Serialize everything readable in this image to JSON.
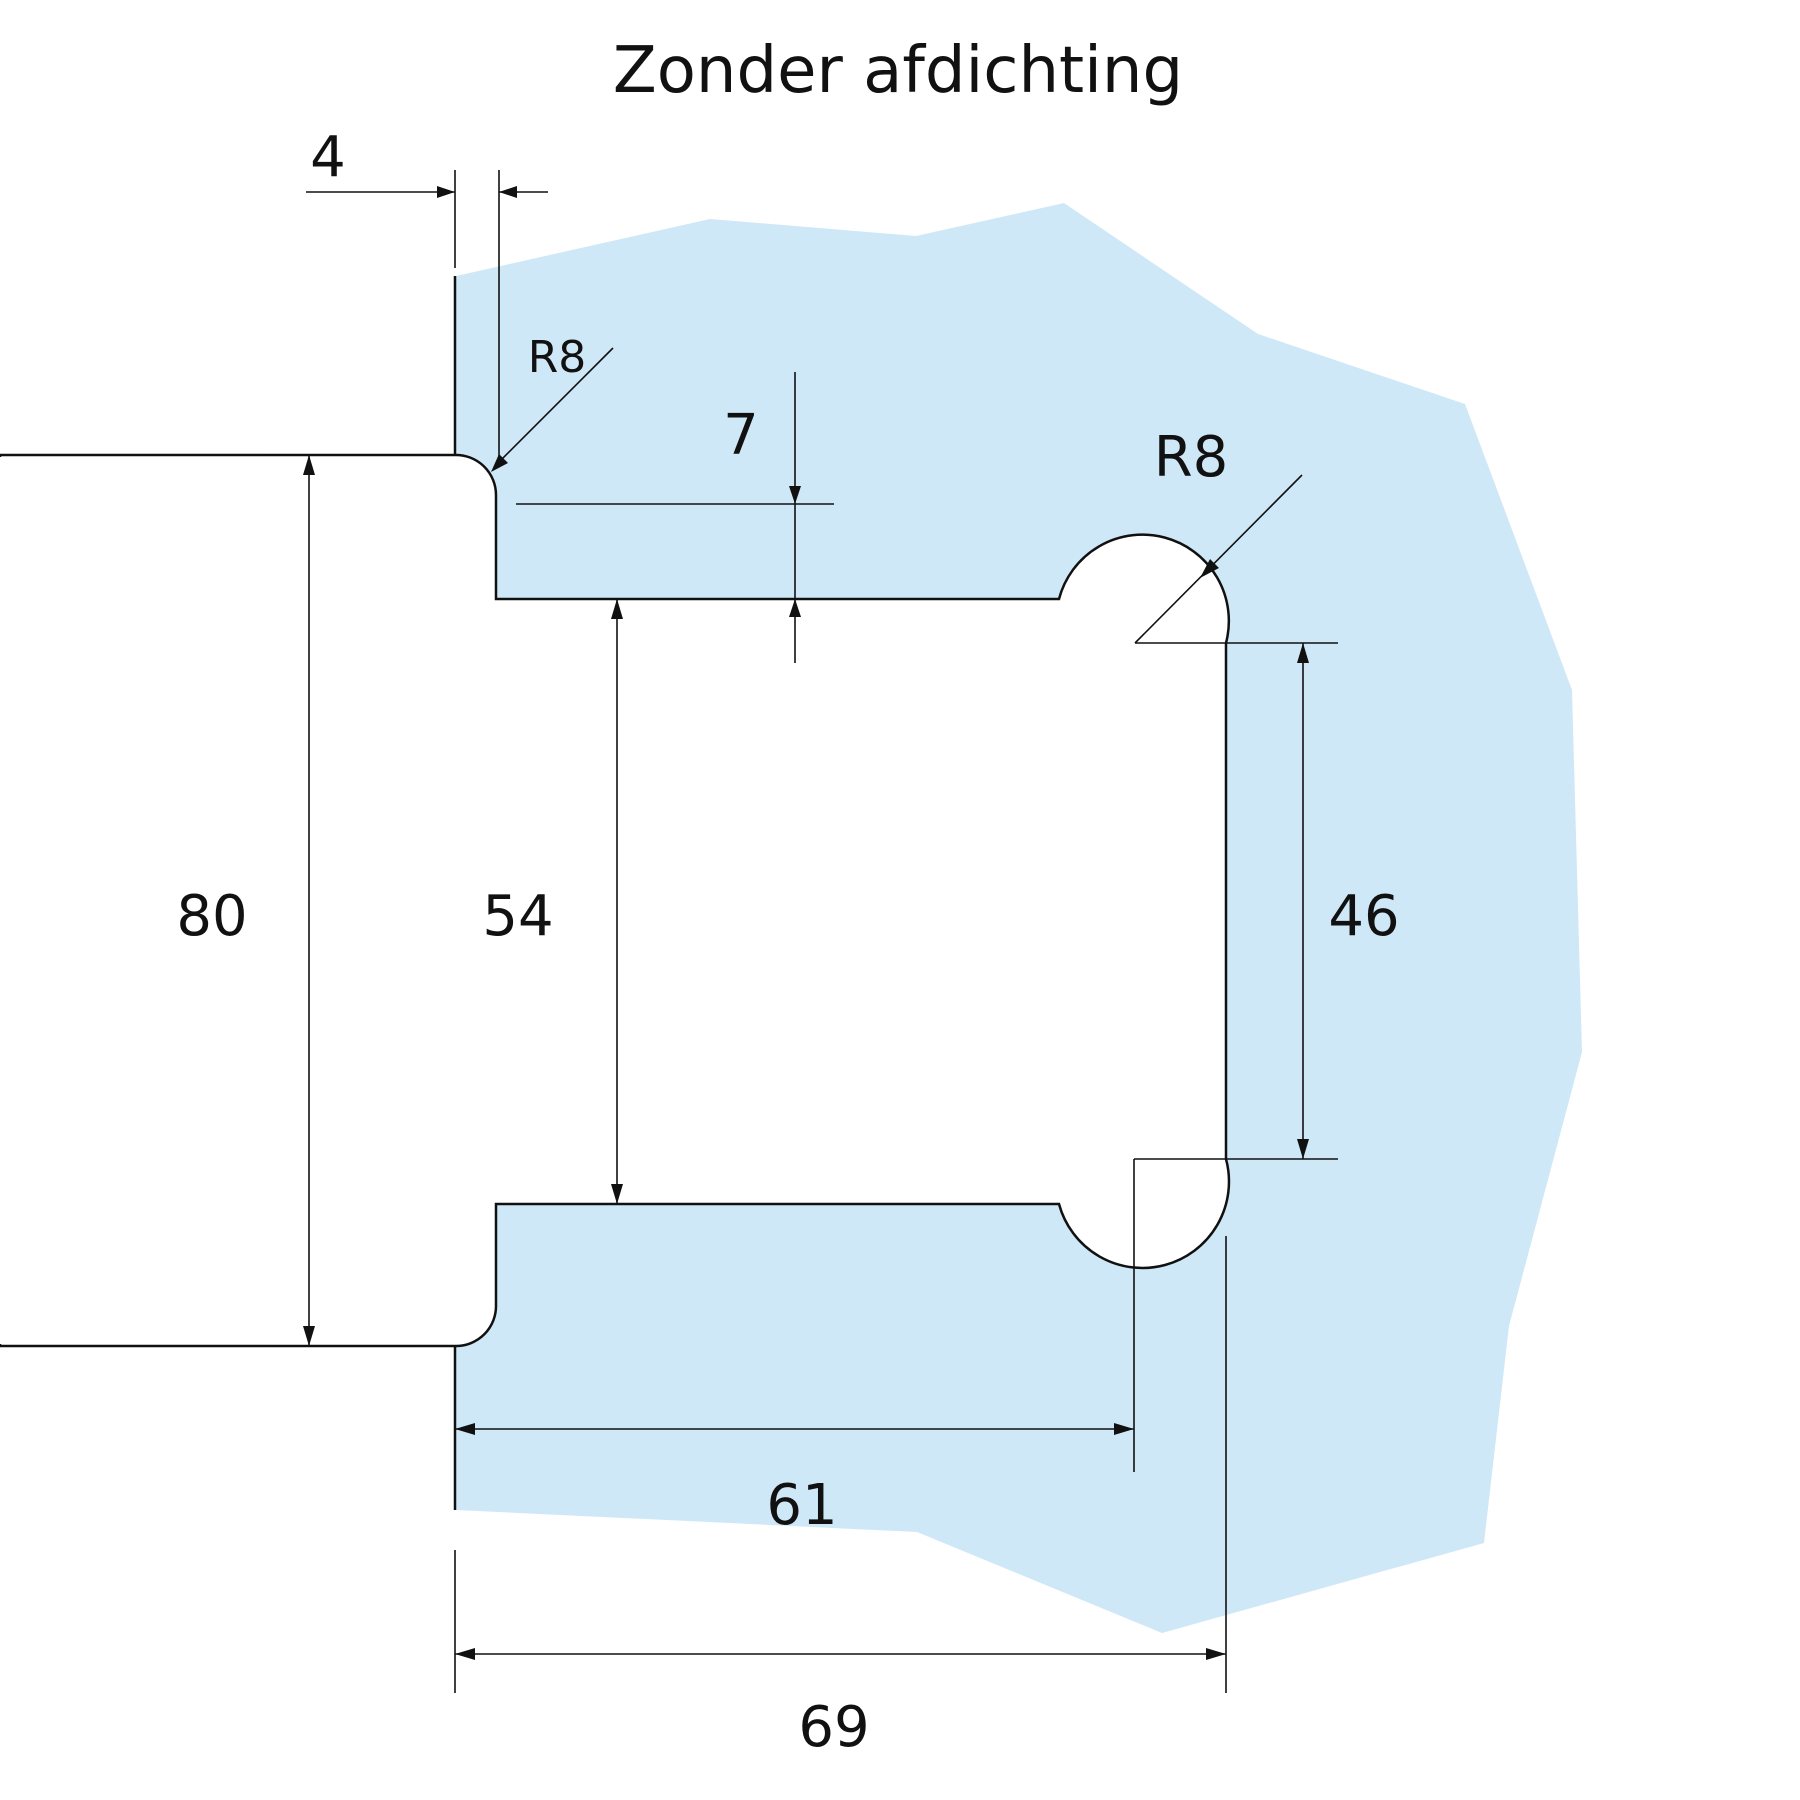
{
  "title": "Zonder afdichting",
  "colors": {
    "glass": "#cfe8f7",
    "line": "#111111",
    "background": "#ffffff"
  },
  "dimensions": {
    "edge_offset": "4",
    "corner_radius_small": "R8",
    "notch_depth": "7",
    "corner_radius_large": "R8",
    "total_height": "80",
    "opening_height": "54",
    "inner_height": "46",
    "inner_width": "61",
    "total_width": "69"
  }
}
